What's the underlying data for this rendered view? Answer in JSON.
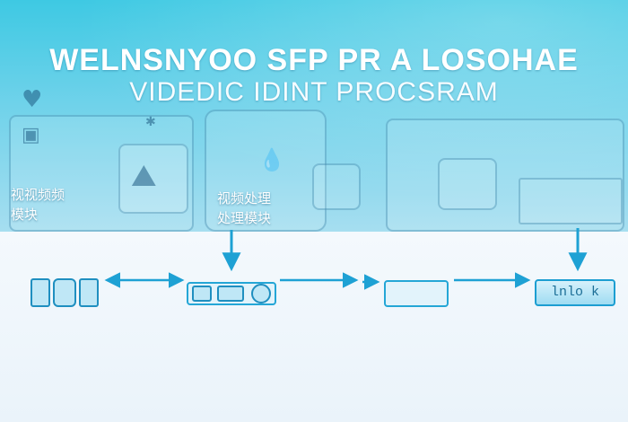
{
  "title": {
    "line1": "WELNSNYOO SFP PR A LOSOHAE",
    "line2": "VIDEDIC IDINT PROCSRAM"
  },
  "labels": {
    "left": "视视频频\n模块",
    "center": "视频处理\n处理模块",
    "output": "lnlo k"
  },
  "icons": {
    "heart": "heart-icon",
    "drop": "drop-icon",
    "mountain": "mountain-image-icon"
  },
  "colors": {
    "hero_top": "#3ec9e3",
    "hero_bottom": "#a6def0",
    "arrow": "#1ea1d4",
    "lower_bg": "#eef6fc"
  }
}
